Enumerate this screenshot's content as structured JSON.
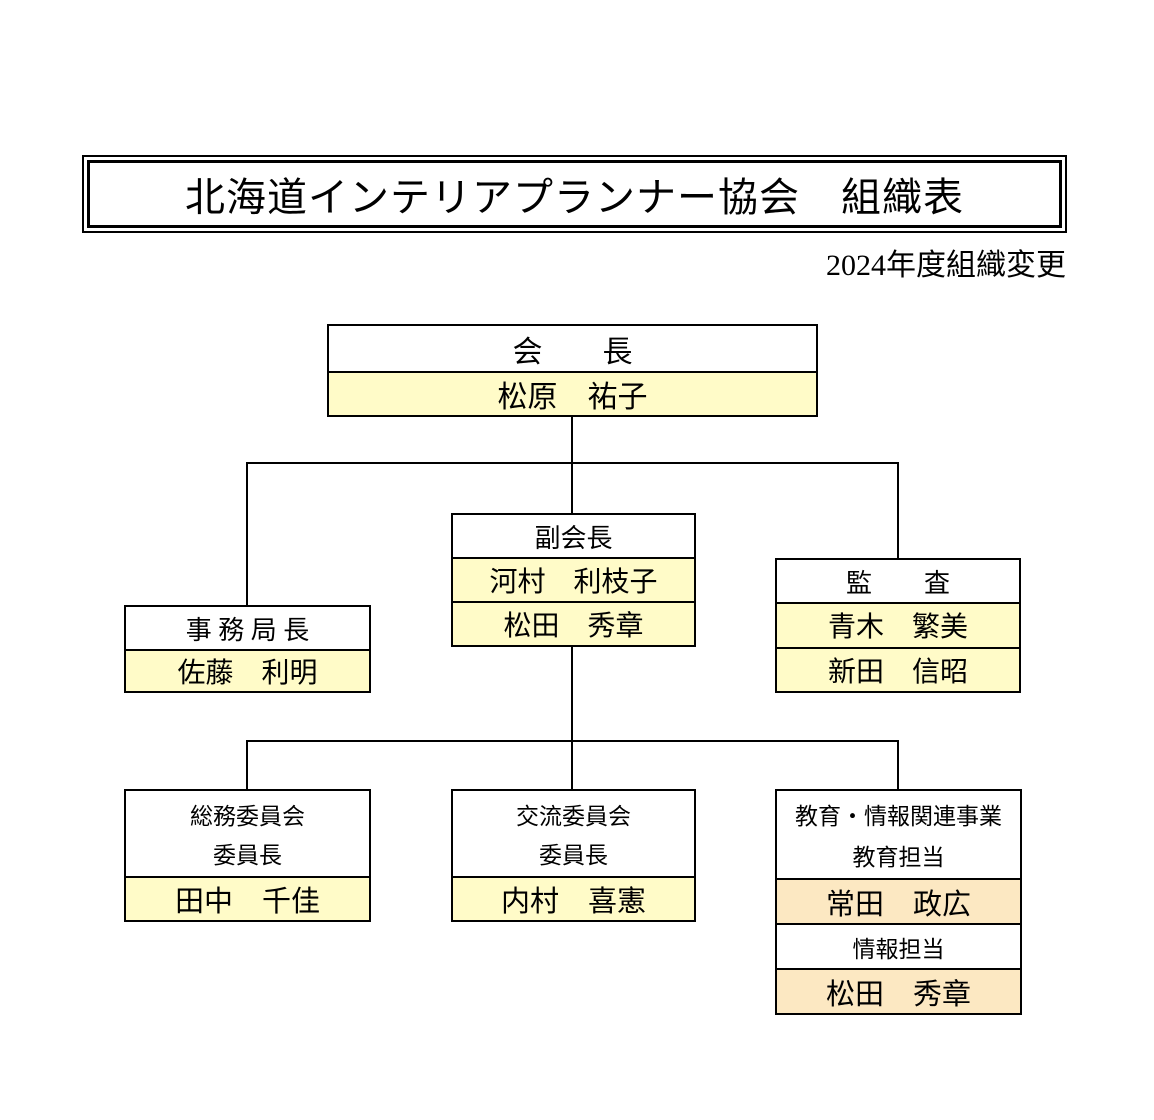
{
  "title": "北海道インテリアプランナー協会　組織表",
  "revision_note": "2024年度組織変更",
  "colors": {
    "name_fill_yellow": "#FFFBC8",
    "name_fill_orange": "#FCE8C2",
    "line": "#000000"
  },
  "org": {
    "chairman": {
      "title": "会　　長",
      "name": "松原　祐子"
    },
    "vice_chairman": {
      "title": "副会長",
      "members": [
        "河村　利枝子",
        "松田　秀章"
      ]
    },
    "secretariat": {
      "title": "事 務 局 長",
      "name": "佐藤　利明"
    },
    "audit": {
      "title": "監　　査",
      "members": [
        "青木　繁美",
        "新田　信昭"
      ]
    },
    "committees": [
      {
        "title": "総務委員会",
        "role": "委員長",
        "name": "田中　千佳"
      },
      {
        "title": "交流委員会",
        "role": "委員長",
        "name": "内村　喜憲"
      }
    ],
    "education_info": {
      "title": "教育・情報関連事業",
      "sections": [
        {
          "role": "教育担当",
          "name": "常田　政広"
        },
        {
          "role": "情報担当",
          "name": "松田　秀章"
        }
      ]
    }
  }
}
